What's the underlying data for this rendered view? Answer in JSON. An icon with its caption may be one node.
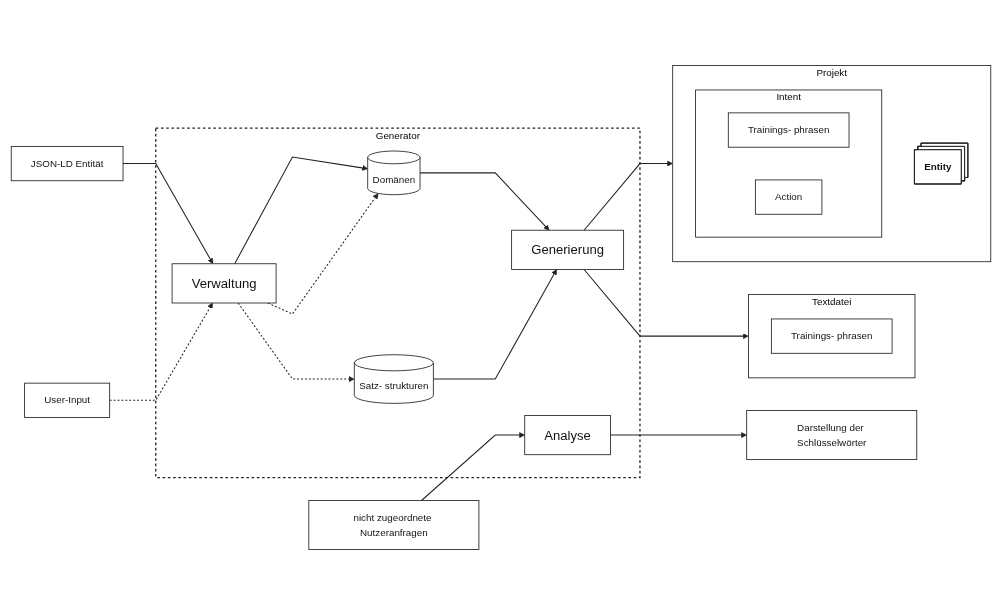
{
  "diagram": {
    "nodes": [
      {
        "text": [
          "JSON-LD Entität"
        ]
      },
      {
        "text": [
          "User-Input"
        ]
      },
      {
        "text": [
          "Generator"
        ]
      },
      {
        "text": [
          "Verwaltung"
        ],
        "in": 2
      },
      {
        "text": [
          "Domänen"
        ],
        "in": 2
      },
      {
        "text": [
          "Satz- strukturen"
        ],
        "in": 2
      },
      {
        "text": [
          "Generierung"
        ],
        "in": 2
      },
      {
        "text": [
          "Analyse"
        ],
        "in": 2
      },
      {
        "text": [
          "nicht zugeordnete Nutzeranfragen"
        ]
      },
      {
        "text": [
          "Projekt"
        ]
      },
      {
        "text": [
          "Intent"
        ],
        "in": 9
      },
      {
        "text": [
          "Trainings- phrasen"
        ],
        "in": 10
      },
      {
        "text": [
          "Action"
        ],
        "in": 10
      },
      {
        "text": [
          "Entity"
        ],
        "in": 9
      },
      {
        "text": [
          "Textdatei"
        ]
      },
      {
        "text": [
          "Trainings- phrasen"
        ],
        "in": 14
      },
      {
        "text": [
          "Darstellung der Schlüsselwörter"
        ]
      }
    ],
    "edges": [
      {
        "from": 0,
        "to": 3,
        "arrow": "to"
      },
      {
        "from": 1,
        "to": 3,
        "arrow": "to",
        "style": "dashed"
      },
      {
        "from": 3,
        "to": 4,
        "arrow": "to"
      },
      {
        "from": 3,
        "to": 4,
        "arrow": "to",
        "style": "dashed"
      },
      {
        "from": 3,
        "to": 5,
        "arrow": "to",
        "style": "dashed"
      },
      {
        "from": 4,
        "to": 6,
        "arrow": "to"
      },
      {
        "from": 5,
        "to": 6,
        "arrow": "to"
      },
      {
        "from": 6,
        "to": 9,
        "arrow": "to"
      },
      {
        "from": 6,
        "to": 14,
        "arrow": "to"
      },
      {
        "from": 8,
        "to": 7,
        "arrow": "to"
      },
      {
        "from": 7,
        "to": 16,
        "arrow": "to"
      }
    ]
  }
}
